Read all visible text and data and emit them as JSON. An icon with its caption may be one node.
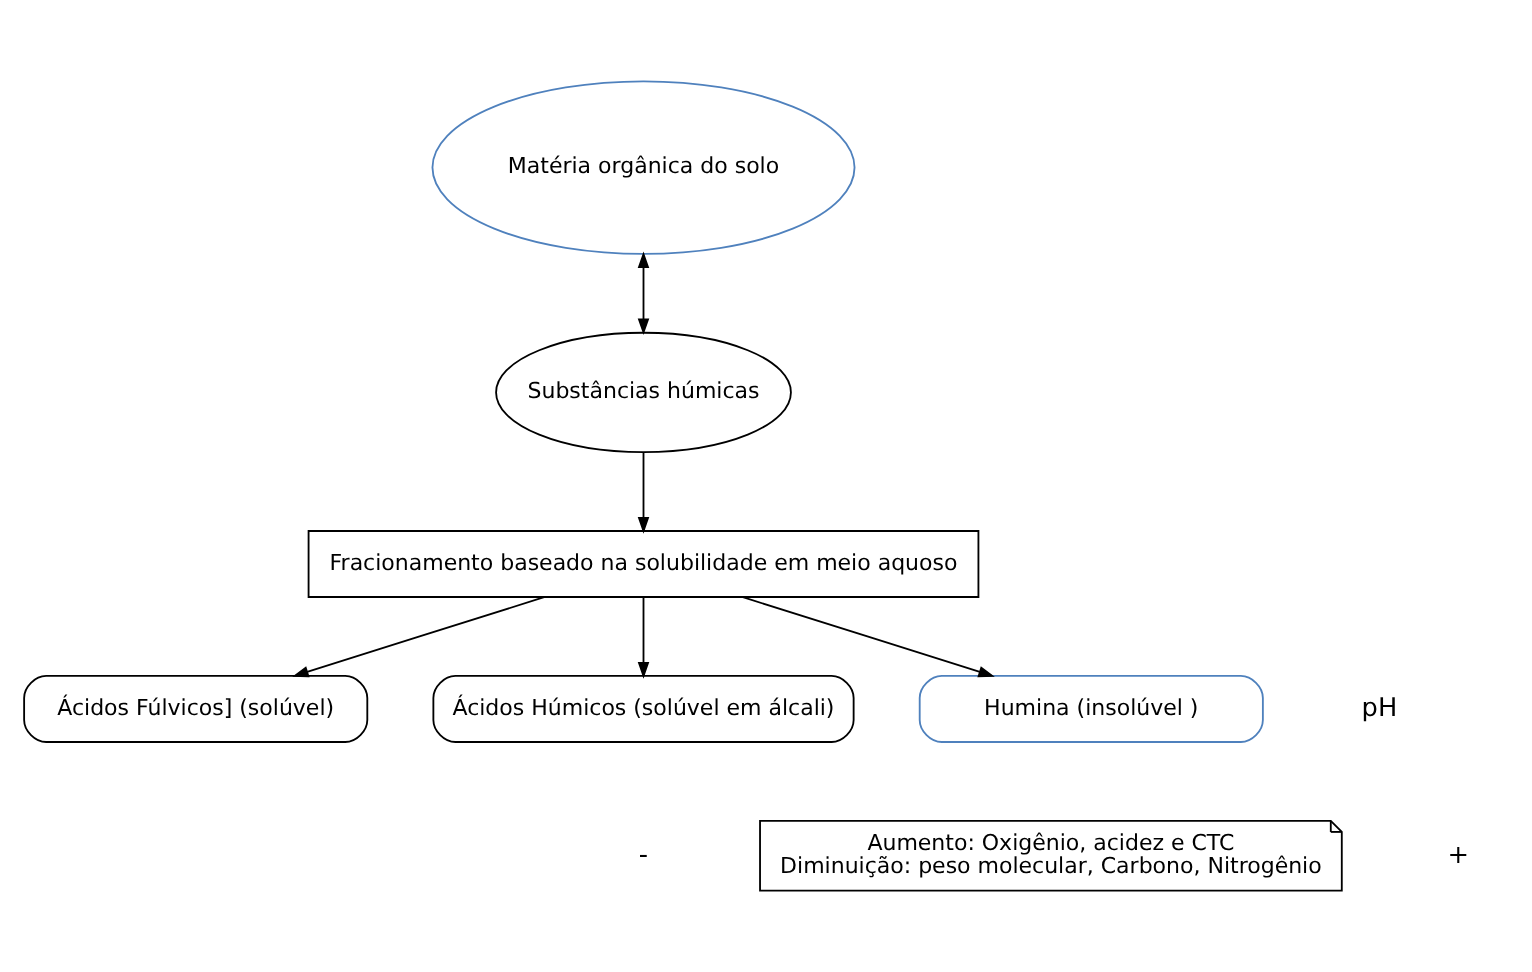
{
  "diagram": {
    "nodes": [
      {
        "text": [
          "Matéria orgânica do solo"
        ]
      },
      {
        "text": [
          "Substâncias húmicas"
        ]
      },
      {
        "text": [
          "Fracionamento baseado na solubilidade em meio aquoso"
        ]
      },
      {
        "text": [
          "Ácidos Fúlvicos] (solúvel)"
        ]
      },
      {
        "text": [
          "Ácidos Húmicos (solúvel em álcali)"
        ]
      },
      {
        "text": [
          "Humina (insolúvel )"
        ]
      },
      {
        "text": [
          "Aumento: Oxigênio, acidez e CTC",
          "Diminuição: peso molecular, Carbono, Nitrogênio"
        ]
      }
    ],
    "edges": [
      {
        "from": 0,
        "to": 1,
        "arrow": "both"
      },
      {
        "from": 1,
        "to": 2,
        "arrow": "to"
      },
      {
        "from": 2,
        "to": 3,
        "arrow": "to"
      },
      {
        "from": 2,
        "to": 4,
        "arrow": "to"
      },
      {
        "from": 2,
        "to": 5,
        "arrow": "to"
      }
    ],
    "labels": [
      "pH",
      "-",
      "+"
    ]
  }
}
